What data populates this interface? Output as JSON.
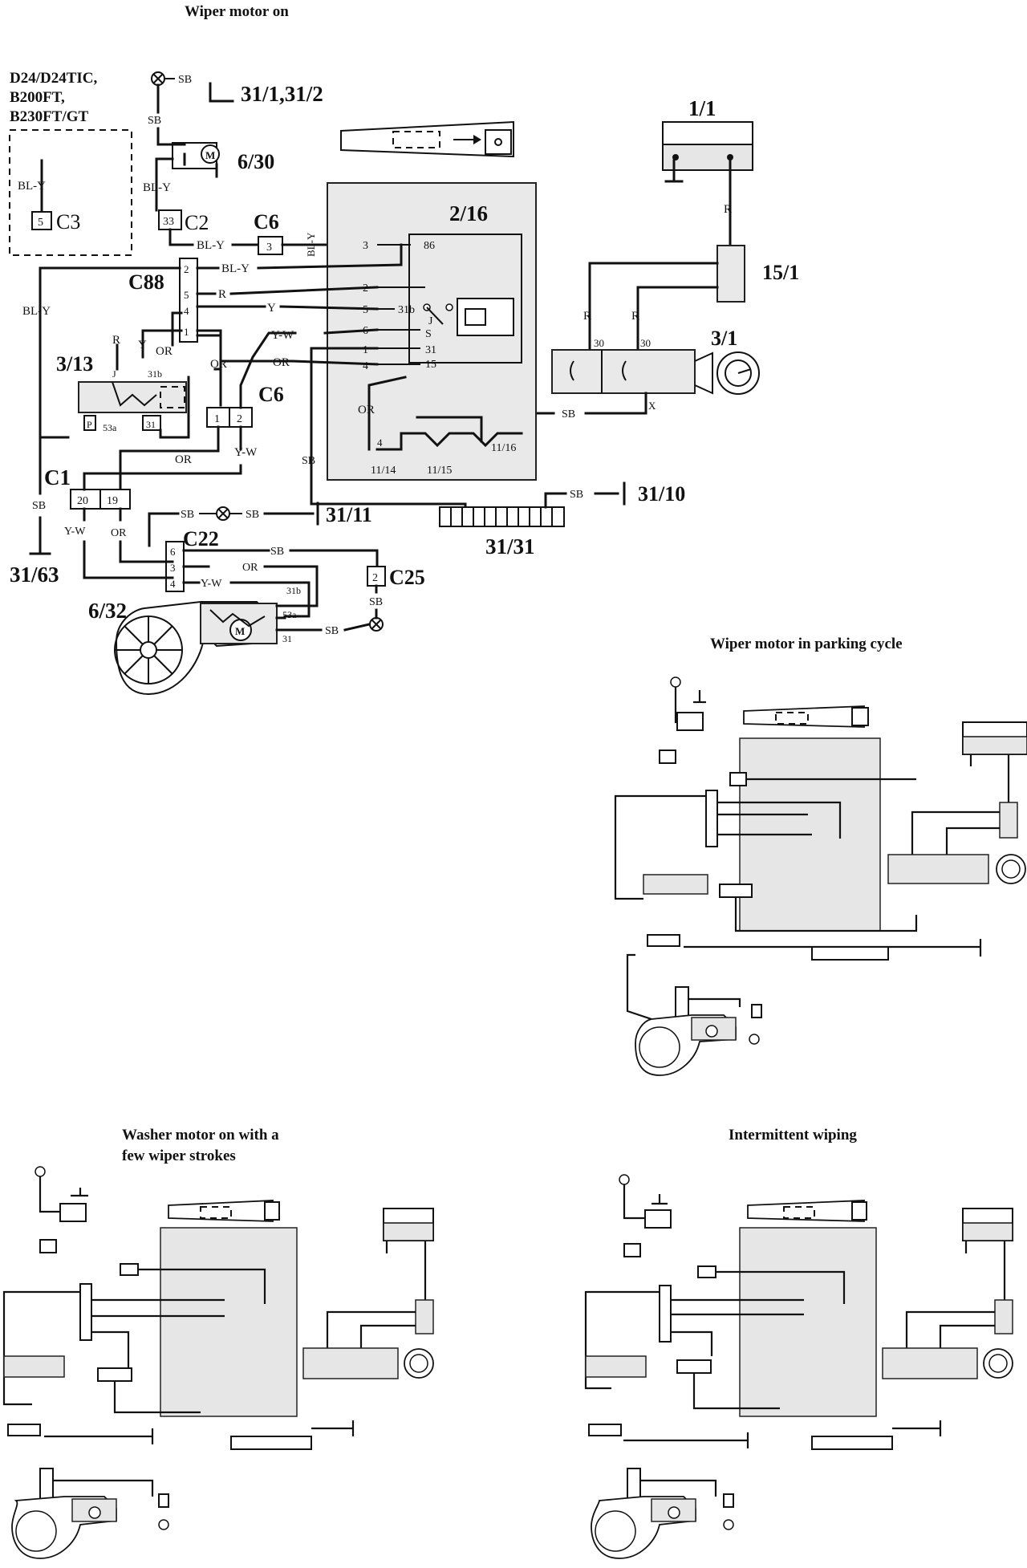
{
  "titles": {
    "main": "Wiper motor on",
    "parking": "Wiper motor in parking cycle",
    "washer_line1": "Washer motor on with a",
    "washer_line2": "few wiper strokes",
    "intermittent": "Intermittent wiping"
  },
  "variant_box": {
    "line1": "D24/D24TIC,",
    "line2": "B200FT,",
    "line3": "B230FT/GT"
  },
  "components": {
    "ground_31_1": "31/1,31/2",
    "motor_6_30": "6/30",
    "c2": "C2",
    "c2_pin": "33",
    "c3": "C3",
    "c3_pin": "5",
    "c6_top": "C6",
    "c6_top_pin": "3",
    "relay": "2/16",
    "c88": "C88",
    "switch_3_13": "3/13",
    "c6_mid": "C6",
    "c1": "C1",
    "c1_pin20": "20",
    "c1_pin19": "19",
    "ground_31_63": "31/63",
    "ground_31_11": "31/11",
    "c22": "C22",
    "c25": "C25",
    "c25_pin": "2",
    "motor_6_32": "6/32",
    "fuse_1_1": "1/1",
    "fuse_15_1": "15/1",
    "switch_3_1": "3/1",
    "ground_31_10": "31/10",
    "ground_31_31": "31/31",
    "t11_14": "11/14",
    "t11_15": "11/15",
    "t11_16": "11/16"
  },
  "wire_colors": {
    "sb": "SB",
    "bl_y": "BL-Y",
    "r": "R",
    "y": "Y",
    "y_w": "Y-W",
    "or": "OR"
  },
  "pins": {
    "c88": [
      "2",
      "5",
      "4",
      "1"
    ],
    "relay_left": [
      "3",
      "2",
      "5",
      "6",
      "1",
      "4"
    ],
    "relay_right": [
      "86",
      "J",
      "31b",
      "S",
      "31",
      "15"
    ],
    "c6_mid": [
      "1",
      "2"
    ],
    "c22": [
      "6",
      "3",
      "4"
    ],
    "motor_6_32": [
      "31b",
      "53a",
      "31"
    ],
    "switch_3_13": [
      "J",
      "31b",
      "P",
      "53a",
      "31"
    ],
    "switch_3_1": [
      "30",
      "30",
      "X"
    ],
    "relay_bottom": "4"
  }
}
